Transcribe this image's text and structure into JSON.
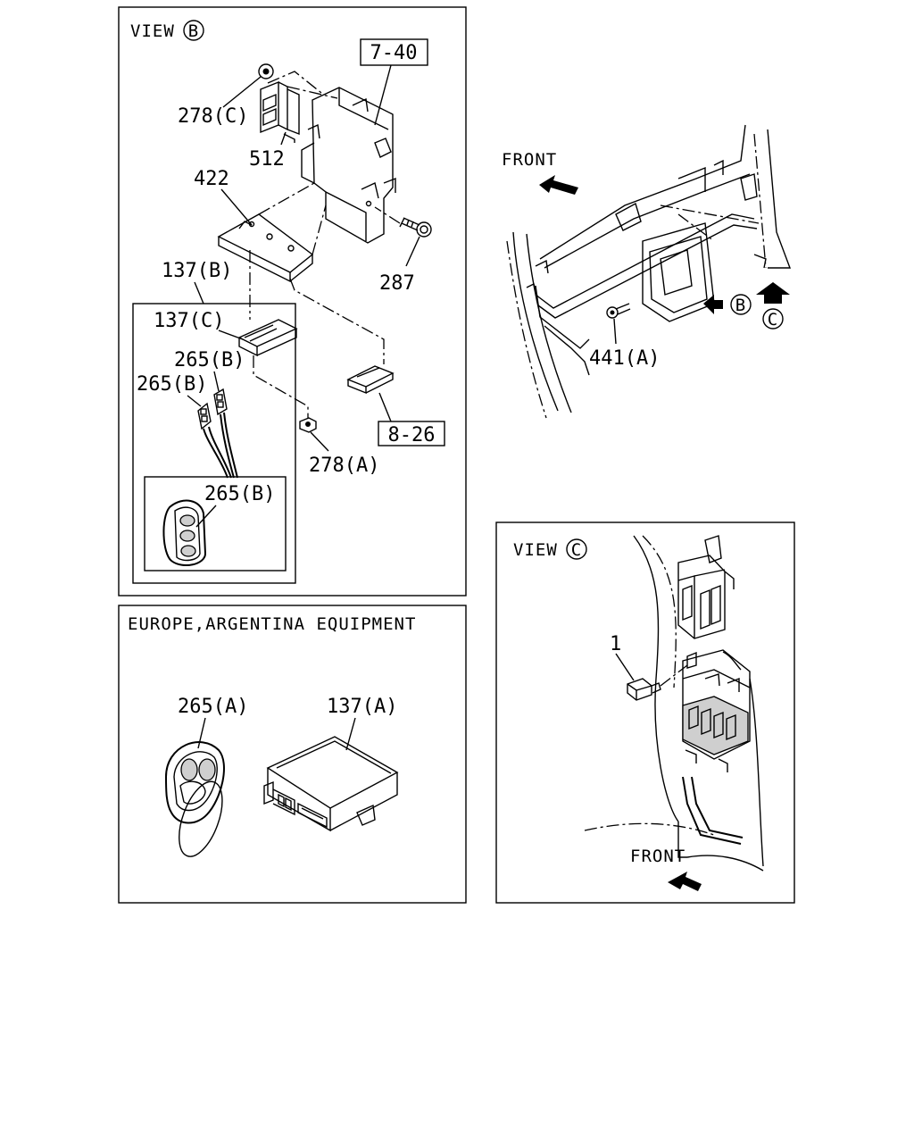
{
  "panels": {
    "view_b": {
      "title_prefix": "VIEW",
      "title_letter": "B",
      "labels": {
        "ref_7_40": "7-40",
        "p278c": "278(C)",
        "p512": "512",
        "p422": "422",
        "p287": "287",
        "p137b": "137(B)",
        "p137c": "137(C)",
        "p265b_top": "265(B)",
        "p265b_left": "265(B)",
        "ref_8_26": "8-26",
        "p278a": "278(A)",
        "p265b_inset": "265(B)"
      }
    },
    "europe": {
      "title": "EUROPE,ARGENTINA EQUIPMENT",
      "labels": {
        "p265a": "265(A)",
        "p137a": "137(A)"
      }
    },
    "dash_view": {
      "front": "FRONT",
      "p441a": "441(A)",
      "view_b_letter": "B",
      "view_c_letter": "C"
    },
    "view_c": {
      "title_prefix": "VIEW",
      "title_letter": "C",
      "p1": "1",
      "front": "FRONT"
    }
  }
}
